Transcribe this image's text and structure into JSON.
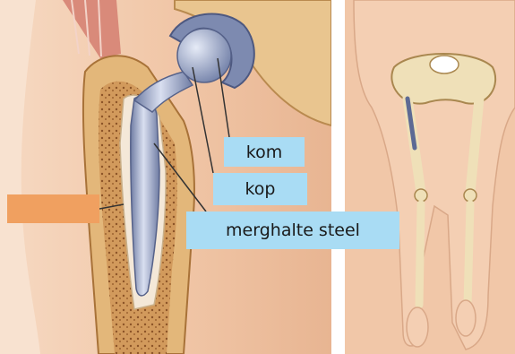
{
  "labels": {
    "cup": "kom",
    "head": "kop",
    "stem": "merghalte steel"
  },
  "blank_label": {
    "text": ""
  },
  "colors": {
    "label_fill": "#a9dcf4",
    "blank_label_fill": "#f0a060",
    "skin": "#f1c7a8",
    "bone": "#e3b77a",
    "bone_marrow": "#b0783f",
    "implant_metal": "#8f9cbf",
    "implant_light": "#d9dff0",
    "tendon": "#d98a7a",
    "leader_line": "#333333"
  },
  "icons": {
    "left_panel": "hip-implant-cross-section",
    "right_panel": "skeleton-legs-with-implant"
  }
}
